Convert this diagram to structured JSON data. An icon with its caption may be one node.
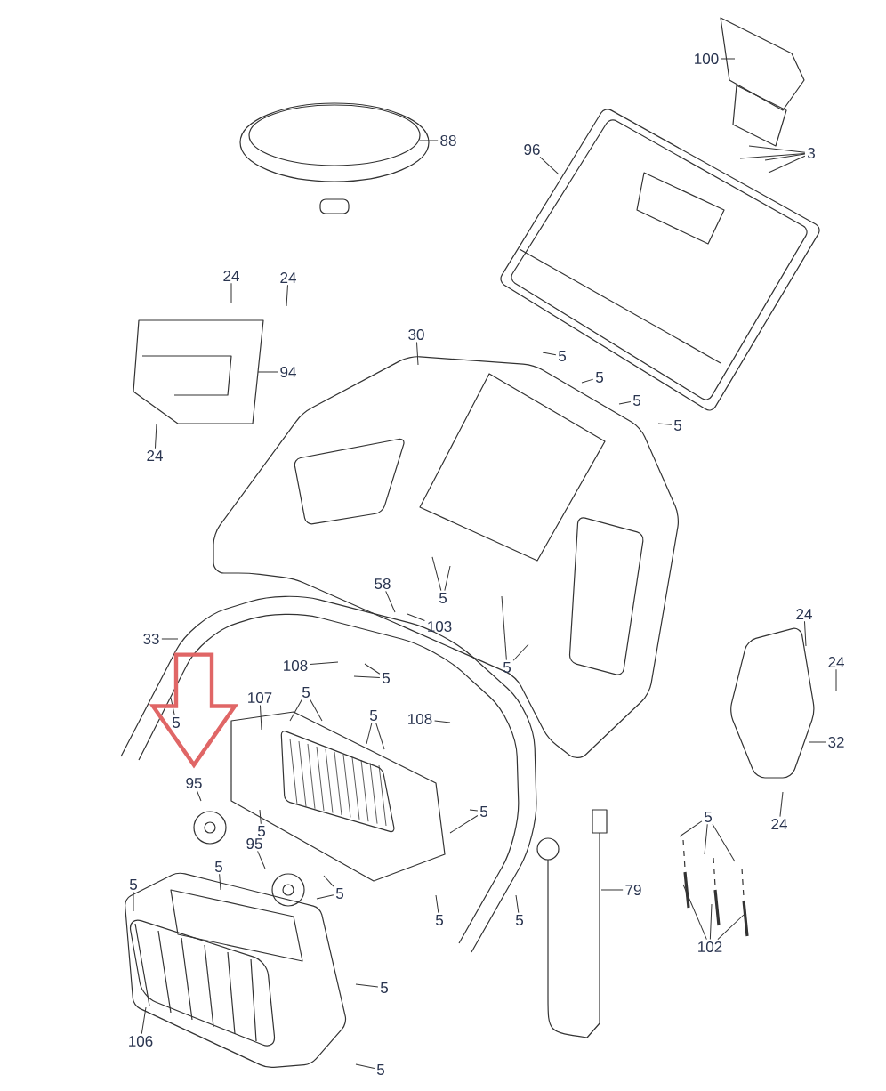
{
  "diagram": {
    "nodes": [
      {
        "text": [
          "100"
        ]
      },
      {
        "text": [
          "3"
        ]
      },
      {
        "text": [
          "88"
        ]
      },
      {
        "text": [
          "96"
        ]
      },
      {
        "text": [
          "24"
        ]
      },
      {
        "text": [
          "24"
        ]
      },
      {
        "text": [
          "94"
        ]
      },
      {
        "text": [
          "24"
        ]
      },
      {
        "text": [
          "30"
        ]
      },
      {
        "text": [
          "5"
        ]
      },
      {
        "text": [
          "5"
        ]
      },
      {
        "text": [
          "5"
        ]
      },
      {
        "text": [
          "5"
        ]
      },
      {
        "text": [
          "58"
        ]
      },
      {
        "text": [
          "5"
        ]
      },
      {
        "text": [
          "103"
        ]
      },
      {
        "text": [
          "33"
        ]
      },
      {
        "text": [
          "108"
        ]
      },
      {
        "text": [
          "5"
        ]
      },
      {
        "text": [
          "5"
        ]
      },
      {
        "text": [
          "24"
        ]
      },
      {
        "text": [
          "24"
        ]
      },
      {
        "text": [
          "32"
        ]
      },
      {
        "text": [
          "24"
        ]
      },
      {
        "text": [
          "107"
        ]
      },
      {
        "text": [
          "5"
        ]
      },
      {
        "text": [
          "5"
        ]
      },
      {
        "text": [
          "108"
        ]
      },
      {
        "text": [
          "5"
        ]
      },
      {
        "text": [
          "95"
        ]
      },
      {
        "text": [
          "5"
        ]
      },
      {
        "text": [
          "95"
        ]
      },
      {
        "text": [
          "5"
        ]
      },
      {
        "text": [
          "5"
        ]
      },
      {
        "text": [
          "5"
        ]
      },
      {
        "text": [
          "5"
        ]
      },
      {
        "text": [
          "5"
        ]
      },
      {
        "text": [
          "5"
        ]
      },
      {
        "text": [
          "5"
        ]
      },
      {
        "text": [
          "106"
        ]
      },
      {
        "text": [
          "5"
        ]
      },
      {
        "text": [
          "79"
        ]
      },
      {
        "text": [
          "5"
        ]
      },
      {
        "text": [
          "102"
        ]
      }
    ],
    "edges": [
      {
        "from": 0,
        "to": null,
        "arrow": "none"
      },
      {
        "from": 1,
        "to": null,
        "arrow": "none"
      },
      {
        "from": 1,
        "to": null,
        "arrow": "none"
      },
      {
        "from": 1,
        "to": null,
        "arrow": "none"
      },
      {
        "from": 1,
        "to": null,
        "arrow": "none"
      },
      {
        "from": 2,
        "to": null,
        "arrow": "none"
      },
      {
        "from": 3,
        "to": null,
        "arrow": "none"
      },
      {
        "from": 4,
        "to": null,
        "arrow": "none"
      },
      {
        "from": 5,
        "to": null,
        "arrow": "none"
      },
      {
        "from": 6,
        "to": null,
        "arrow": "none"
      },
      {
        "from": 7,
        "to": null,
        "arrow": "none"
      },
      {
        "from": 8,
        "to": null,
        "arrow": "none"
      },
      {
        "from": 9,
        "to": null,
        "arrow": "none"
      },
      {
        "from": 10,
        "to": null,
        "arrow": "none"
      },
      {
        "from": 11,
        "to": null,
        "arrow": "none"
      },
      {
        "from": 12,
        "to": null,
        "arrow": "none"
      },
      {
        "from": 13,
        "to": null,
        "arrow": "none"
      },
      {
        "from": 14,
        "to": null,
        "arrow": "none"
      },
      {
        "from": 14,
        "to": null,
        "arrow": "none"
      },
      {
        "from": 15,
        "to": null,
        "arrow": "none"
      },
      {
        "from": 16,
        "to": null,
        "arrow": "none"
      },
      {
        "from": 17,
        "to": null,
        "arrow": "none"
      },
      {
        "from": 18,
        "to": null,
        "arrow": "none"
      },
      {
        "from": 18,
        "to": null,
        "arrow": "none"
      },
      {
        "from": 19,
        "to": null,
        "arrow": "none"
      },
      {
        "from": 19,
        "to": null,
        "arrow": "none"
      },
      {
        "from": 20,
        "to": null,
        "arrow": "none"
      },
      {
        "from": 21,
        "to": null,
        "arrow": "none"
      },
      {
        "from": 22,
        "to": null,
        "arrow": "none"
      },
      {
        "from": 23,
        "to": null,
        "arrow": "none"
      },
      {
        "from": 24,
        "to": null,
        "arrow": "none"
      },
      {
        "from": 25,
        "to": null,
        "arrow": "none"
      },
      {
        "from": 25,
        "to": null,
        "arrow": "none"
      },
      {
        "from": 26,
        "to": null,
        "arrow": "none"
      },
      {
        "from": 26,
        "to": null,
        "arrow": "none"
      },
      {
        "from": 27,
        "to": null,
        "arrow": "none"
      },
      {
        "from": 28,
        "to": null,
        "arrow": "none"
      },
      {
        "from": 29,
        "to": null,
        "arrow": "none"
      },
      {
        "from": 30,
        "to": null,
        "arrow": "none"
      },
      {
        "from": 31,
        "to": null,
        "arrow": "none"
      },
      {
        "from": 32,
        "to": null,
        "arrow": "none"
      },
      {
        "from": 32,
        "to": null,
        "arrow": "none"
      },
      {
        "from": 33,
        "to": null,
        "arrow": "none"
      },
      {
        "from": 34,
        "to": null,
        "arrow": "none"
      },
      {
        "from": 35,
        "to": null,
        "arrow": "none"
      },
      {
        "from": 35,
        "to": null,
        "arrow": "none"
      },
      {
        "from": 36,
        "to": null,
        "arrow": "none"
      },
      {
        "from": 37,
        "to": null,
        "arrow": "none"
      },
      {
        "from": 38,
        "to": null,
        "arrow": "none"
      },
      {
        "from": 39,
        "to": null,
        "arrow": "none"
      },
      {
        "from": 40,
        "to": null,
        "arrow": "none"
      },
      {
        "from": 41,
        "to": null,
        "arrow": "none"
      },
      {
        "from": 42,
        "to": null,
        "arrow": "none"
      },
      {
        "from": 42,
        "to": null,
        "arrow": "none"
      },
      {
        "from": 42,
        "to": null,
        "arrow": "none"
      },
      {
        "from": 43,
        "to": null,
        "arrow": "none"
      },
      {
        "from": 43,
        "to": null,
        "arrow": "none"
      },
      {
        "from": 43,
        "to": null,
        "arrow": "none"
      },
      {
        "from": null,
        "to": 29,
        "arrow": "to",
        "style": "thick",
        "color": "#e06666"
      }
    ]
  }
}
